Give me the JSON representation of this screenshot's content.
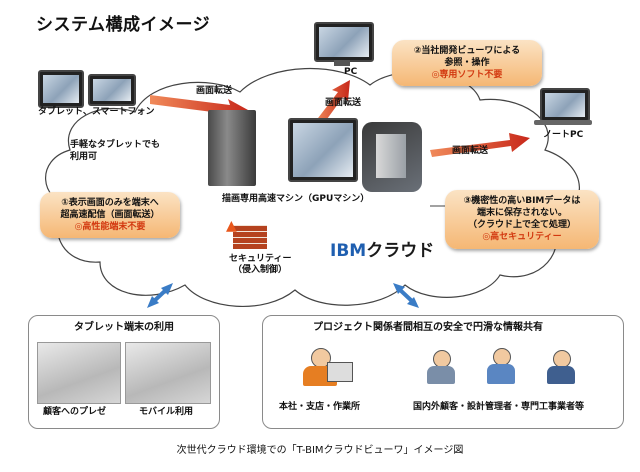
{
  "title": "システム構成イメージ",
  "devices": {
    "pc": "PC",
    "notebook": "ノートPC",
    "tablet_smartphone": "タブレット、スマートフォン",
    "tablet_note": [
      "手軽なタブレットでも",
      "利用可"
    ]
  },
  "transfer_labels": [
    "画面転送",
    "画面転送",
    "画面転送"
  ],
  "callouts": {
    "viewer": {
      "line1": "②当社開発ビューワによる",
      "line2": "参照・操作",
      "line3": "◎専用ソフト不要"
    },
    "screen_only": {
      "line1": "①表示画面のみを端末へ",
      "line2": "超高速配信（画面転送）",
      "line3": "◎高性能端末不要"
    },
    "security": {
      "line1": "③機密性の高いBIMデータは",
      "line2": "端末に保存されない。",
      "line3": "（クラウド上で全て処理）",
      "line4": "◎高セキュリティー"
    }
  },
  "cloud": {
    "server_label": "描画専用高速マシン（GPUマシン）",
    "security_label": "セキュリティー",
    "security_sub": "（侵入制御）",
    "ibm_logo": "IBM",
    "ibm_suffix": "クラウド"
  },
  "tablet_box": {
    "title": "タブレット端末の利用",
    "photo1": "顧客へのプレゼ",
    "photo2": "モバイル利用"
  },
  "project_box": {
    "title": "プロジェクト関係者間相互の安全で円滑な情報共有",
    "group1": "本社・支店・作業所",
    "group2": "国内外顧客・設計管理者・専門工事業者等"
  },
  "caption": "次世代クラウド環境での「T-BIMクラウドビューワ」イメージ図",
  "colors": {
    "callout": "#f5b774",
    "accent_red": "#d2380f",
    "arrow_red": "#c8281a",
    "ibm_blue": "#1f5fb0",
    "arrow_blue": "#3a7cc6"
  }
}
